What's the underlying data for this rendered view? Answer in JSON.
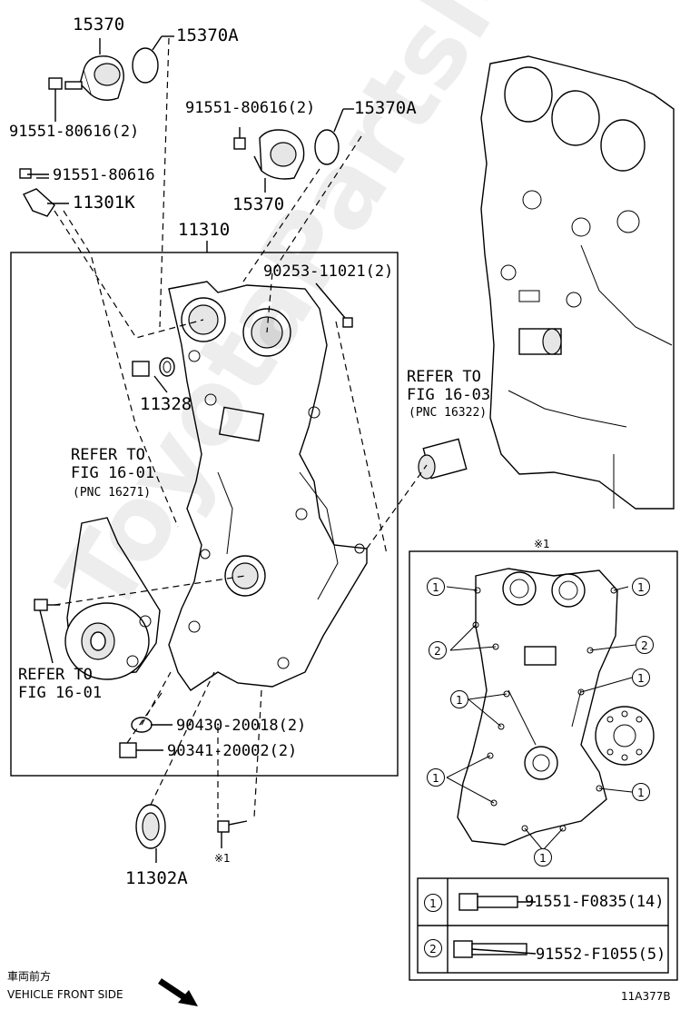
{
  "watermark": "ToyotaPartsMint.ru",
  "callouts": {
    "p15370_top": "15370",
    "p15370A_top": "15370A",
    "p91551_80616_2_top": "91551-80616(2)",
    "p91551_80616_2_mid": "91551-80616(2)",
    "p15370A_mid": "15370A",
    "p91551_80616": "91551-80616",
    "p11301K": "11301K",
    "p15370_mid": "15370",
    "p11310": "11310",
    "p90253": "90253-11021(2)",
    "p11328": "11328",
    "p90430": "90430-20018(2)",
    "p90341": "90341-20002(2)",
    "p11302A": "11302A"
  },
  "refs": {
    "ref_fig1603_l1": "REFER TO",
    "ref_fig1603_l2": "FIG 16-03",
    "ref_fig1603_l3": "(PNC 16322)",
    "ref_fig1601a_l1": "REFER TO",
    "ref_fig1601a_l2": "FIG 16-01",
    "ref_fig1601a_l3": "(PNC 16271)",
    "ref_fig1601b_l1": "REFER TO",
    "ref_fig1601b_l2": "FIG 16-01"
  },
  "notes": {
    "asterisk_top": "※1",
    "asterisk_bottom": "※1",
    "front_jp": "車両前方",
    "front_en": "VEHICLE FRONT SIDE",
    "fig_code": "11A377B"
  },
  "inset": {
    "circle1": "1",
    "circle2": "2",
    "legend": [
      {
        "marker": "1",
        "part": "91551-F0835(14)"
      },
      {
        "marker": "2",
        "part": "91552-F1055(5)"
      }
    ]
  }
}
